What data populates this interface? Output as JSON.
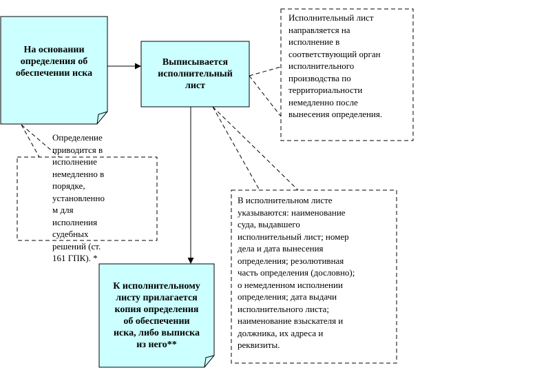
{
  "boxes": {
    "basis": "На основании\nопределения об\nобеспечении иска",
    "issue": "Выписывается\nисполнительный\nлист",
    "attach": "К исполнительному\nлисту прилагается\nкопия определения\nоб обеспечении\nиска, либо выписка\nиз него**"
  },
  "notes": {
    "execution": "Исполнительный лист\nнаправляется на\nисполнение в\nсоответствующий орган\nисполнительного\nпроизводства по\nтерриториальности\nнемедленно после\nвынесения определения.",
    "definition": "Определение\nприводится в\nисполнение\nнемедленно в\nпорядке,\nустановленно\nм для\nисполнения\nсудебных\nрешений (ст.\n161 ГПК). *",
    "contents": "В исполнительном листе\nуказываются: наименование\nсуда, выдавшего\nисполнительный лист; номер\nдела и дата вынесения\nопределения; резолютивная\nчасть определения (дословно);\nо немедленном исполнении\nопределения; дата выдачи\nисполнительного листа;\nнаименование взыскателя и\nдолжника, их адреса и\nреквизиты."
  },
  "colors": {
    "box_fill": "#ccffff",
    "stroke": "#000000",
    "background": "#ffffff"
  }
}
